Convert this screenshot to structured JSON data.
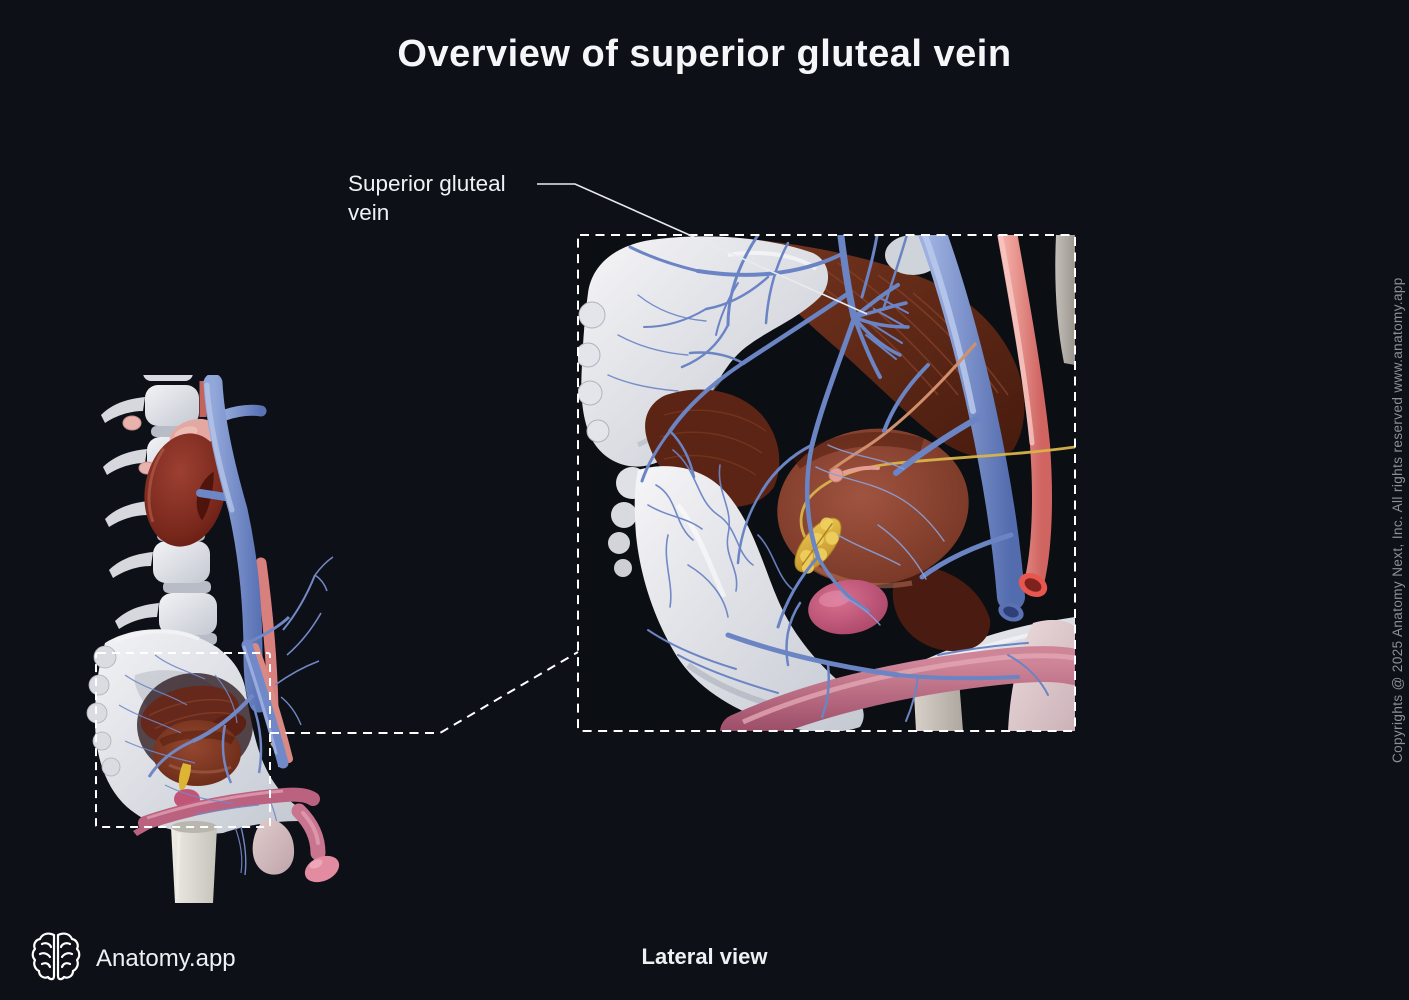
{
  "page": {
    "title": "Overview of superior gluteal vein",
    "view_label": "Lateral view",
    "background": "#0d1016"
  },
  "annotation": {
    "label": "Superior gluteal vein"
  },
  "brand": {
    "name": "Anatomy.app",
    "logo_icon": "brain-icon"
  },
  "copyright": "Copyrights @ 2025 Anatomy Next, Inc. All rights reserved www.anatomy.app",
  "colors": {
    "background": "#0d1016",
    "text": "#f4f6f8",
    "muted_text": "#8d9095",
    "dashed_line": "#ffffff",
    "leader_line": "#e8eaef",
    "vein_blue": "#6b84c4",
    "vein_highlight": "#9fb2e0",
    "artery_red": "#e08a86",
    "bone": "#e3e4e9",
    "muscle": "#6e3120",
    "bladder_brown": "#8a4130",
    "organ_yellow": "#e5bf3e",
    "prostate_pink": "#c25578",
    "rectum_pink": "#b86478",
    "skin_pink": "#dcc6c8"
  }
}
